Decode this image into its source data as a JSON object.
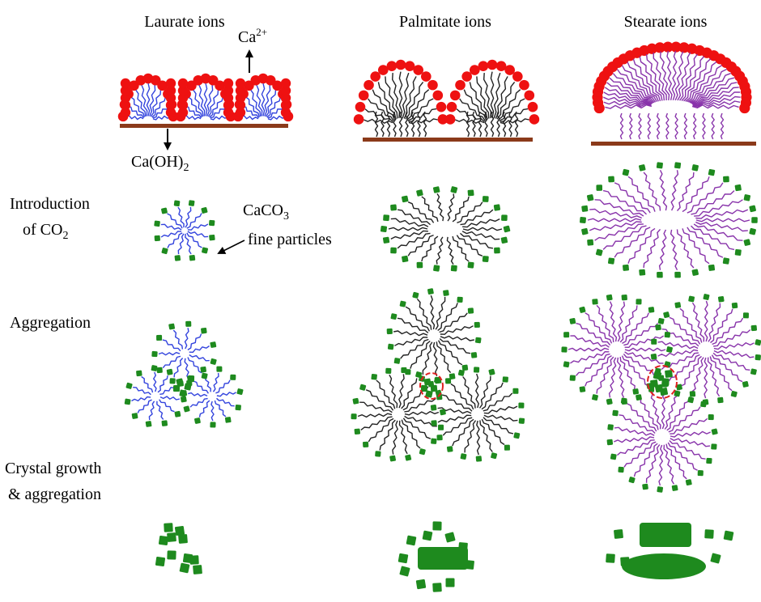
{
  "columns": [
    {
      "key": "laurate",
      "label": "Laurate ions"
    },
    {
      "key": "palmitate",
      "label": "Palmitate ions"
    },
    {
      "key": "stearate",
      "label": "Stearate ions"
    }
  ],
  "rows": [
    {
      "key": "introduction",
      "line1": "Introduction",
      "line2_prefix": "of CO",
      "line2_sub": "2"
    },
    {
      "key": "aggregation",
      "line1": "Aggregation"
    },
    {
      "key": "crystal-growth",
      "line1": "Crystal growth",
      "line2": "& aggregation"
    }
  ],
  "annotations": {
    "calcium_ion": {
      "base": "Ca",
      "sup": "2+"
    },
    "calcium_hydroxide": {
      "prefix": "Ca(OH)",
      "sub": "2"
    },
    "caco3": {
      "prefix": "CaCO",
      "sub": "3"
    },
    "fine_particles": "fine particles"
  },
  "colors": {
    "headgroup": "#ee1111",
    "laurate_chain": "#3344dd",
    "palmitate_chain": "#222222",
    "stearate_chain": "#8833aa",
    "particle": "#1e8a1e",
    "substrate": "#8b3a1a",
    "highlight": "#e02020"
  }
}
